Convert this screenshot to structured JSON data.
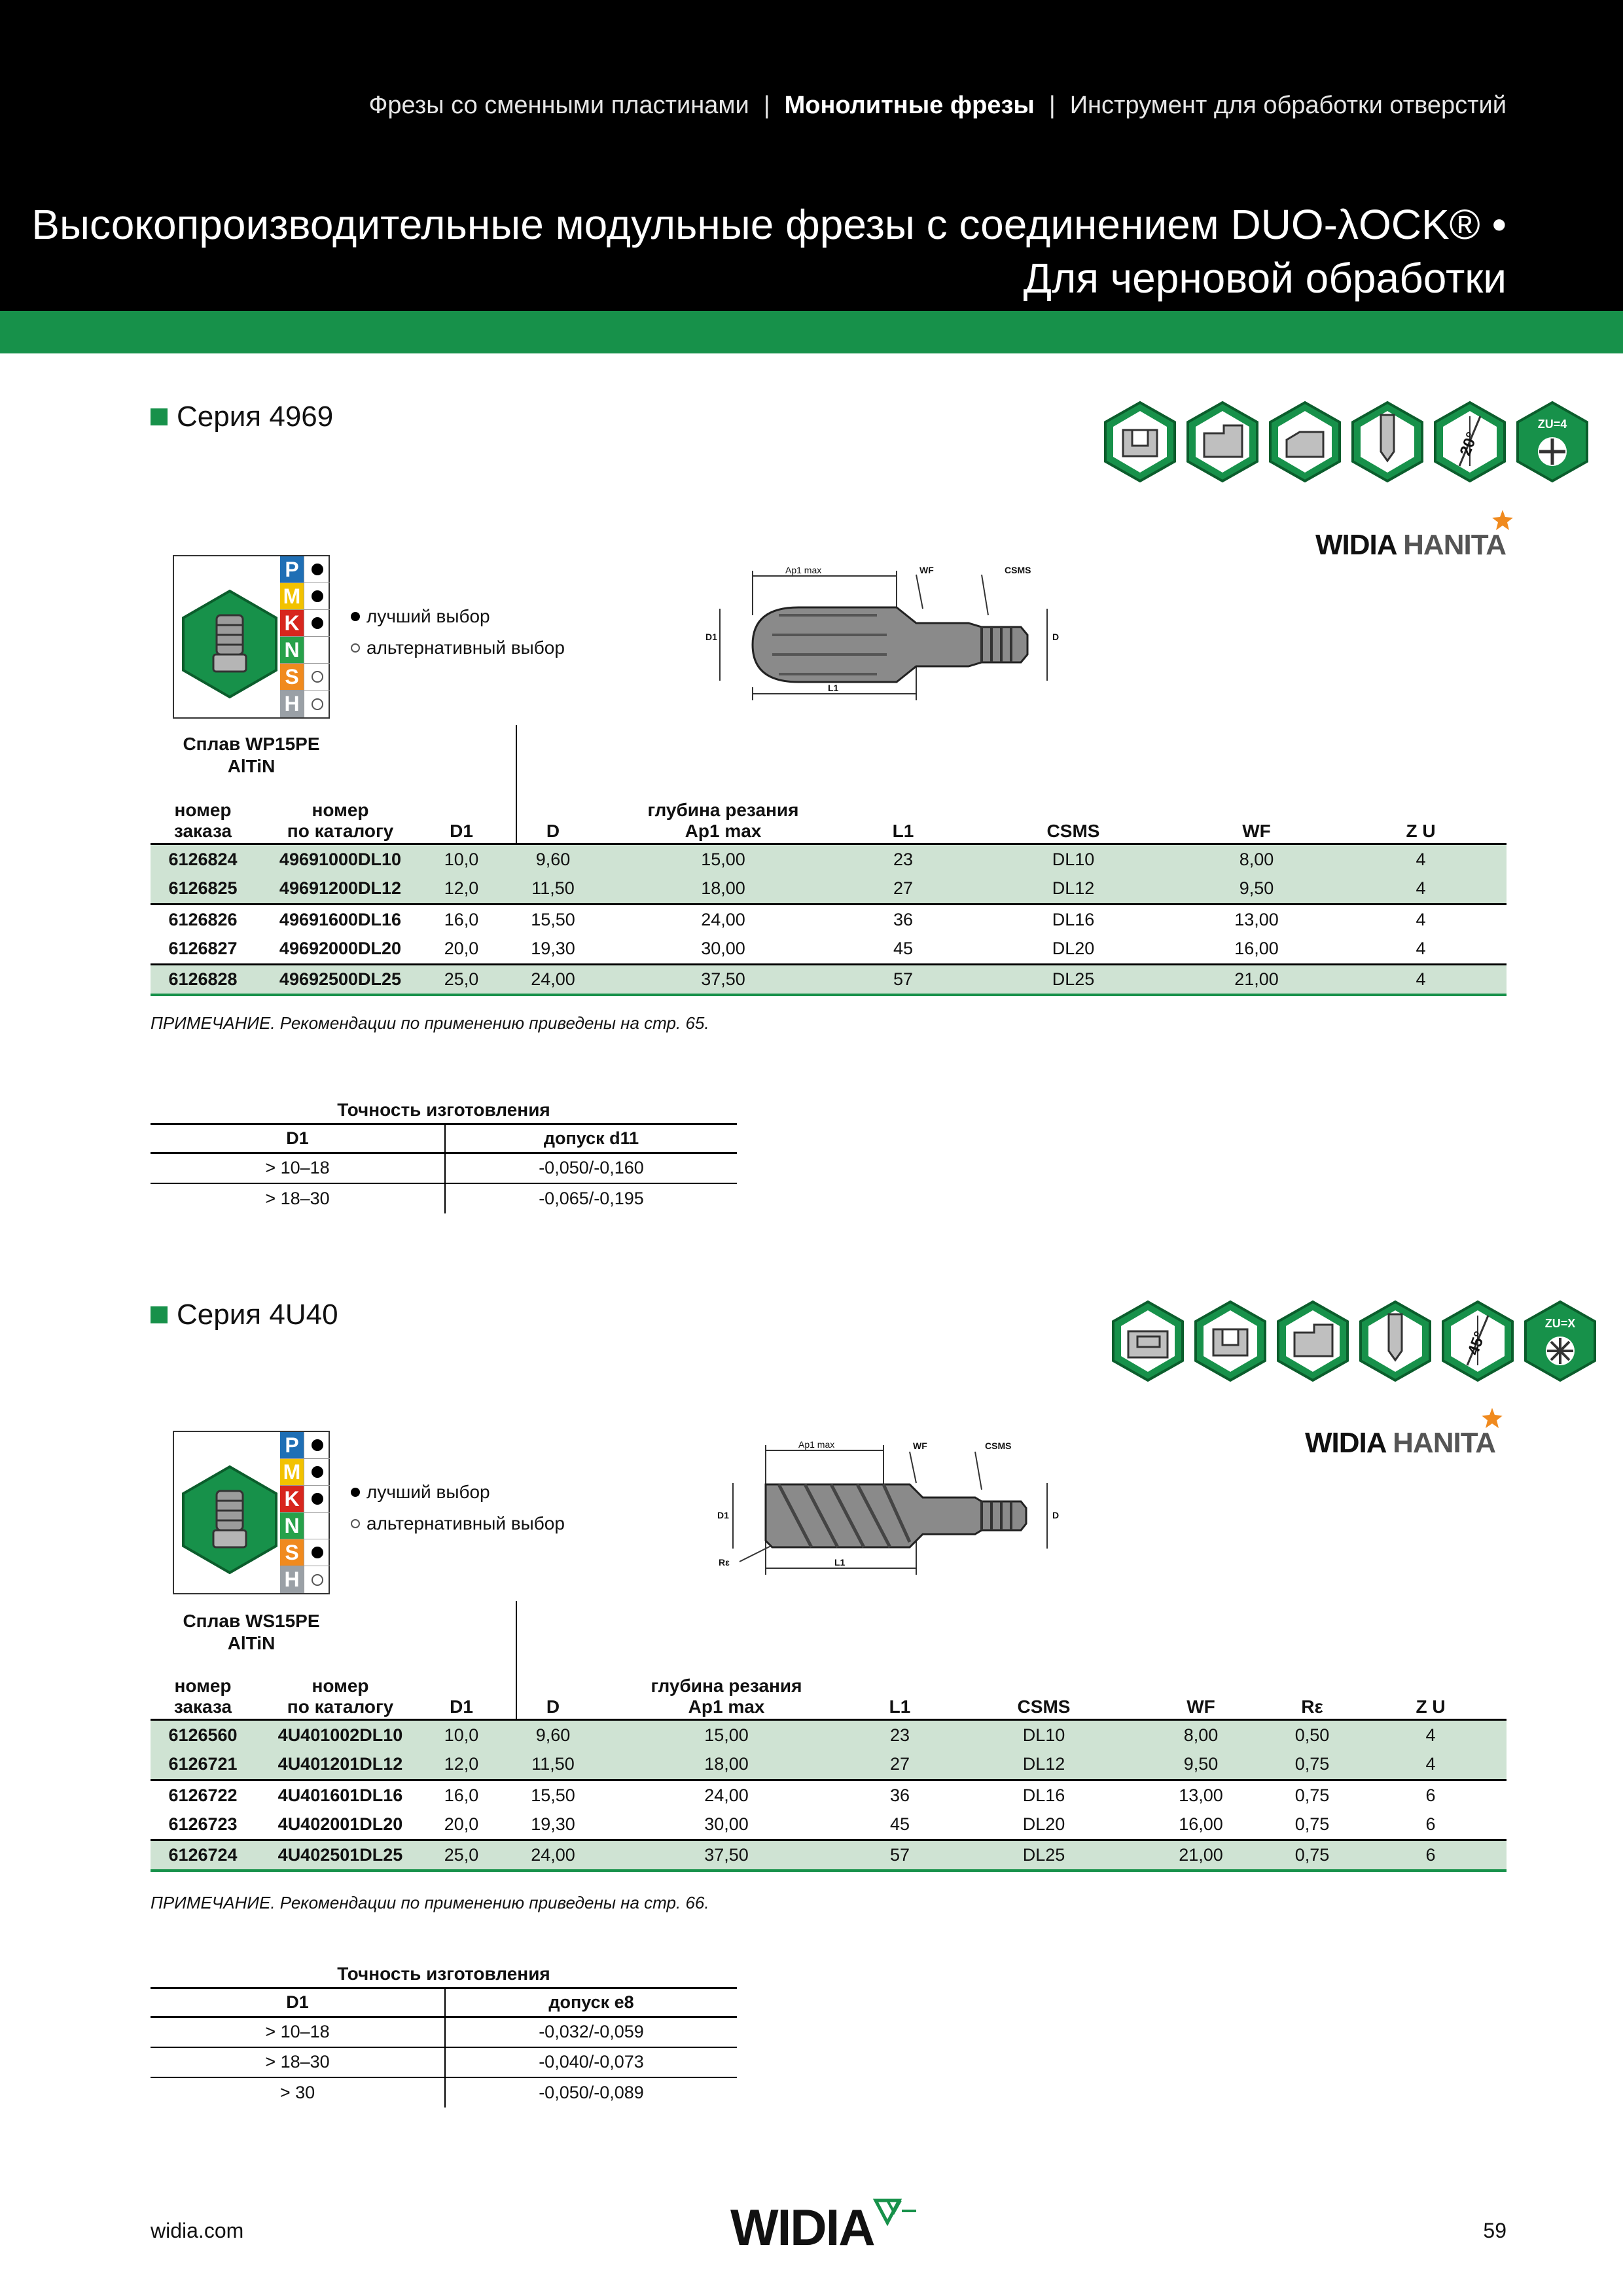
{
  "header": {
    "nav": [
      "Фрезы со сменными пластинами",
      "Монолитные фрезы",
      "Инструмент для обработки отверстий"
    ],
    "nav_separator": "|",
    "title_line1": "Высокопроизводительные модульные фрезы с соединением DUO-λOCK® •",
    "title_line2": "Для черновой обработки"
  },
  "brand": {
    "widia": "WIDIA",
    "hanita": "HANITA"
  },
  "materials_letters": [
    "P",
    "M",
    "K",
    "N",
    "S",
    "H"
  ],
  "legend": {
    "best": "лучший выбор",
    "alt": "альтернативный выбор"
  },
  "series1": {
    "heading": "Серия 4969",
    "icon_labels": {
      "angle": "20°",
      "zu": "ZU=4"
    },
    "materials": [
      "full",
      "full",
      "full",
      "none",
      "open",
      "open"
    ],
    "alloy_line1": "Сплав WP15PE",
    "alloy_line2": "AlTiN",
    "drawing_labels": {
      "ap": "Ap1 max",
      "wf": "WF",
      "csms": "CSMS",
      "d1": "D1",
      "d": "D",
      "l1": "L1"
    },
    "columns": {
      "order_1": "номер",
      "order_2": "заказа",
      "cat_1": "номер",
      "cat_2": "по каталогу",
      "d1": "D1",
      "d": "D",
      "ap_1": "глубина резания",
      "ap_2": "Ap1 max",
      "l1": "L1",
      "csms": "CSMS",
      "wf": "WF",
      "zu": "Z U"
    },
    "rows": [
      [
        "6126824",
        "49691000DL10",
        "10,0",
        "9,60",
        "15,00",
        "23",
        "DL10",
        "8,00",
        "4"
      ],
      [
        "6126825",
        "49691200DL12",
        "12,0",
        "11,50",
        "18,00",
        "27",
        "DL12",
        "9,50",
        "4"
      ],
      [
        "6126826",
        "49691600DL16",
        "16,0",
        "15,50",
        "24,00",
        "36",
        "DL16",
        "13,00",
        "4"
      ],
      [
        "6126827",
        "49692000DL20",
        "20,0",
        "19,30",
        "30,00",
        "45",
        "DL20",
        "16,00",
        "4"
      ],
      [
        "6126828",
        "49692500DL25",
        "25,0",
        "24,00",
        "37,50",
        "57",
        "DL25",
        "21,00",
        "4"
      ]
    ],
    "note": "ПРИМЕЧАНИЕ. Рекомендации по применению приведены на стр. 65.",
    "tolerance": {
      "caption": "Точность изготовления",
      "col1": "D1",
      "col2": "допуск d11",
      "rows": [
        [
          "> 10–18",
          "-0,050/-0,160"
        ],
        [
          "> 18–30",
          "-0,065/-0,195"
        ]
      ]
    }
  },
  "series2": {
    "heading": "Серия 4U40",
    "icon_labels": {
      "angle": "45°",
      "zu": "ZU=X"
    },
    "materials": [
      "full",
      "full",
      "full",
      "none",
      "full",
      "open"
    ],
    "alloy_line1": "Сплав WS15PE",
    "alloy_line2": "AlTiN",
    "drawing_labels": {
      "ap": "Ap1 max",
      "wf": "WF",
      "csms": "CSMS",
      "d1": "D1",
      "d": "D",
      "l1": "L1",
      "re": "Rε"
    },
    "columns": {
      "order_1": "номер",
      "order_2": "заказа",
      "cat_1": "номер",
      "cat_2": "по каталогу",
      "d1": "D1",
      "d": "D",
      "ap_1": "глубина резания",
      "ap_2": "Ap1 max",
      "l1": "L1",
      "csms": "CSMS",
      "wf": "WF",
      "re": "Rε",
      "zu": "Z U"
    },
    "rows": [
      [
        "6126560",
        "4U401002DL10",
        "10,0",
        "9,60",
        "15,00",
        "23",
        "DL10",
        "8,00",
        "0,50",
        "4"
      ],
      [
        "6126721",
        "4U401201DL12",
        "12,0",
        "11,50",
        "18,00",
        "27",
        "DL12",
        "9,50",
        "0,75",
        "4"
      ],
      [
        "6126722",
        "4U401601DL16",
        "16,0",
        "15,50",
        "24,00",
        "36",
        "DL16",
        "13,00",
        "0,75",
        "6"
      ],
      [
        "6126723",
        "4U402001DL20",
        "20,0",
        "19,30",
        "30,00",
        "45",
        "DL20",
        "16,00",
        "0,75",
        "6"
      ],
      [
        "6126724",
        "4U402501DL25",
        "25,0",
        "24,00",
        "37,50",
        "57",
        "DL25",
        "21,00",
        "0,75",
        "6"
      ]
    ],
    "note": "ПРИМЕЧАНИЕ. Рекомендации по применению приведены на стр. 66.",
    "tolerance": {
      "caption": "Точность изготовления",
      "col1": "D1",
      "col2": "допуск e8",
      "rows": [
        [
          "> 10–18",
          "-0,032/-0,059"
        ],
        [
          "> 18–30",
          "-0,040/-0,073"
        ],
        [
          "> 30",
          "-0,050/-0,089"
        ]
      ]
    }
  },
  "footer": {
    "site": "widia.com",
    "page": "59",
    "logo": "WIDIA"
  },
  "colors": {
    "green": "#17914a",
    "light_green": "#cfe3d3",
    "P": "#1f6fb5",
    "M": "#f2c200",
    "K": "#d7261d",
    "N": "#27a14a",
    "S": "#f08a1e",
    "H": "#9aa0a6"
  }
}
